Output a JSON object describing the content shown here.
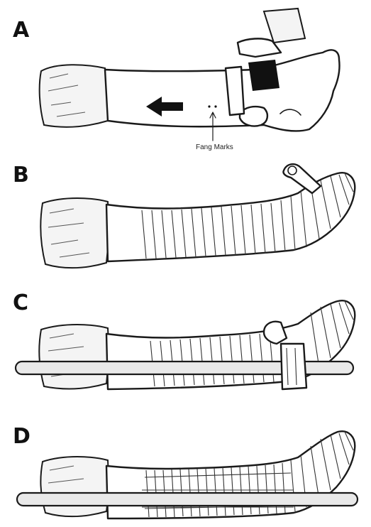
{
  "panels": [
    {
      "letter": "A"
    },
    {
      "letter": "B"
    },
    {
      "letter": "C"
    },
    {
      "letter": "D"
    }
  ],
  "annotation": {
    "fang_label": "Fang Marks"
  }
}
